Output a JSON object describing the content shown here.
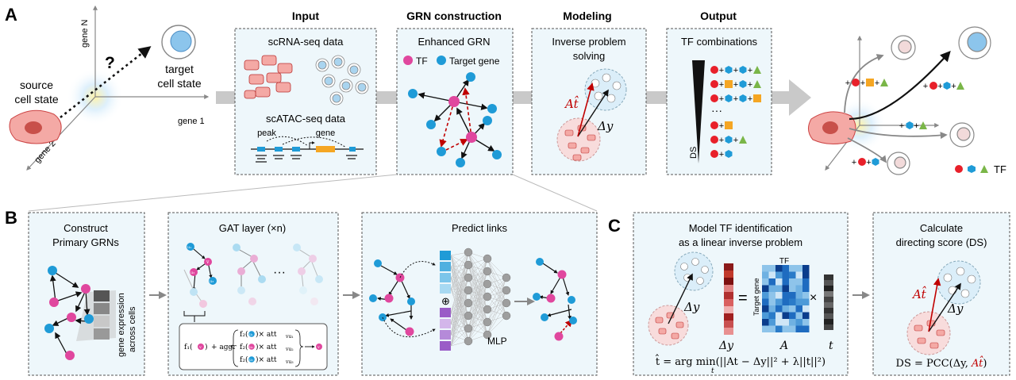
{
  "panel_letters": {
    "a": "A",
    "b": "B",
    "c": "C"
  },
  "axes": {
    "gene_n": "gene N",
    "gene_1": "gene 1",
    "gene_2": "gene 2",
    "question": "?"
  },
  "states": {
    "source_1": "source",
    "source_2": "cell state",
    "target_1": "target",
    "target_2": "cell state"
  },
  "stage_headers": {
    "input": "Input",
    "grn": "GRN construction",
    "modeling": "Modeling",
    "output": "Output"
  },
  "input_box": {
    "scrna": "scRNA-seq data",
    "scatac": "scATAC-seq data",
    "peak": "peak",
    "gene": "gene"
  },
  "grn_box": {
    "title": "Enhanced GRN",
    "tf": "TF",
    "target": "Target gene"
  },
  "modeling_box": {
    "title_1": "Inverse problem",
    "title_2": "solving",
    "at_hat": "At̂",
    "delta_y": "Δy"
  },
  "output_box": {
    "title": "TF combinations",
    "ds": "DS",
    "ellipsis": "···"
  },
  "right_panel": {
    "tf_legend": "TF"
  },
  "panel_b": {
    "construct_1": "Construct",
    "construct_2": "Primary GRNs",
    "gene_expr_1": "gene expression",
    "gene_expr_2": "across cells",
    "gat_title": "GAT layer (×n)",
    "dots": "···",
    "predict_title": "Predict links",
    "mlp": "MLP",
    "oplus": "⊕",
    "formula": {
      "f1": "f₁(",
      "f1_close": ")",
      "aggr": "+ aggr",
      "f2": "f₂(",
      "att": ")× att",
      "sub1": "vu₁",
      "sub2": "vu₂",
      "sub3": "vu₃",
      "v": "v",
      "u1": "u₁",
      "u2": "u₂",
      "u3": "u₃"
    }
  },
  "panel_c": {
    "model_1": "Model TF identification",
    "model_2": "as a linear inverse problem",
    "at_hat": "At̂",
    "delta_y": "Δy",
    "tf_label": "TF",
    "target_gene": "Target gene",
    "eq": "=",
    "times": "×",
    "A": "A",
    "t": "t",
    "argmin": "t̂ = arg min(||At − Δy||² + λ||t||²)",
    "argmin_sub": "t",
    "calc_1": "Calculate",
    "calc_2": "directing score (DS)",
    "ds_formula_prefix": "DS = PCC(Δy, ",
    "ds_formula_red": "At̂",
    "ds_formula_suffix": ")"
  },
  "colors": {
    "tf_pink": "#e0479e",
    "target_blue": "#1f9bd7",
    "box_fill": "#eef7fb",
    "red": "#c00000",
    "arrow_gray": "#bdbdbd",
    "cell_pink": "#f4a9a5",
    "cell_blue": "#a9d4ef",
    "orange": "#f5a623",
    "green": "#7ab648",
    "tf_red": "#e8202a"
  }
}
